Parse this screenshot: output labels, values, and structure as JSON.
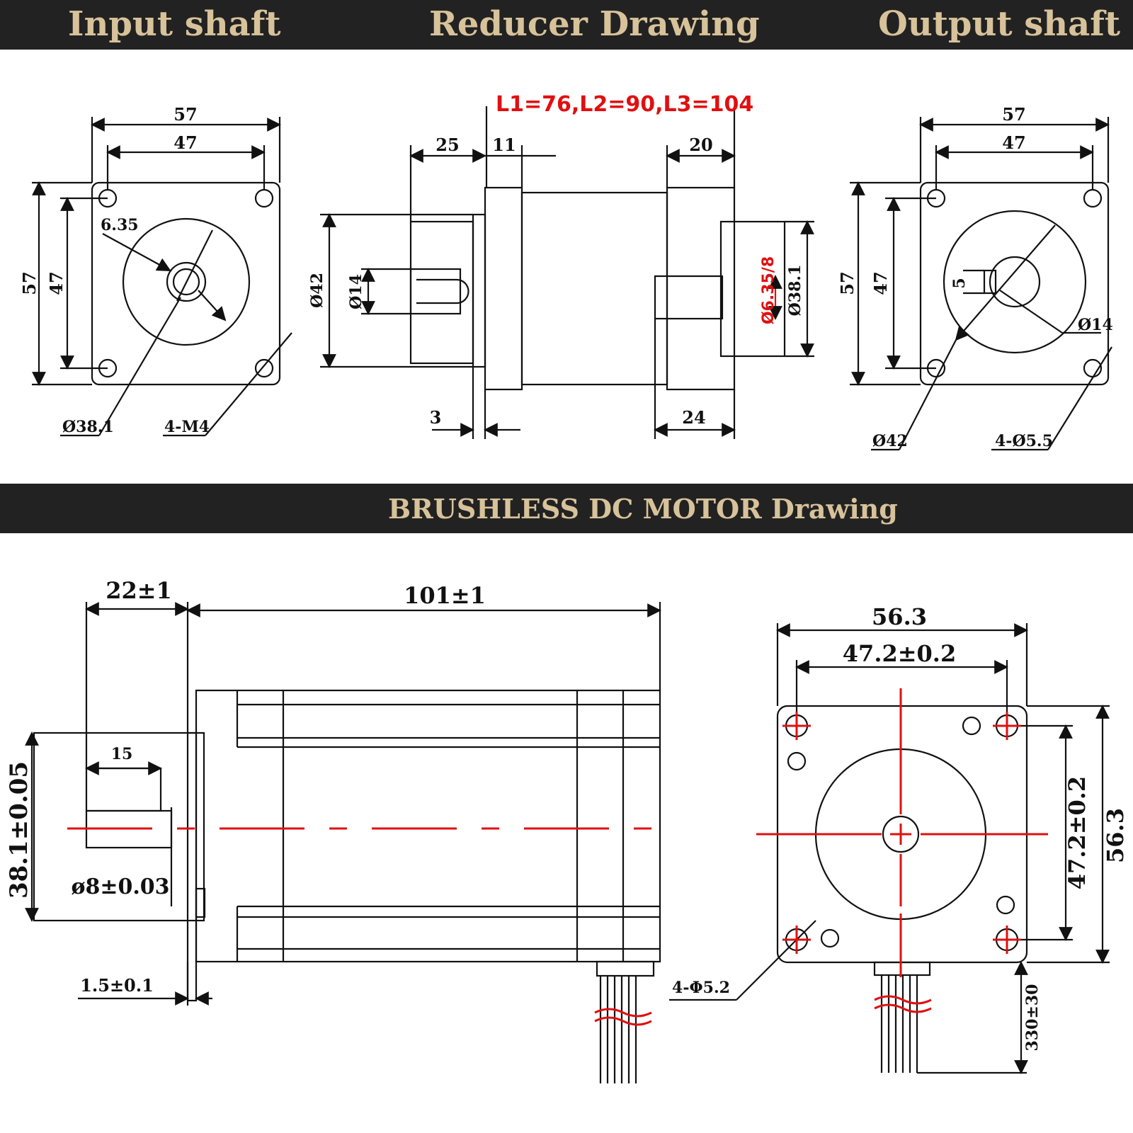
{
  "headers": {
    "input_shaft": "Input shaft",
    "reducer_drawing": "Reducer Drawing",
    "output_shaft": "Output shaft",
    "motor_drawing": "BRUSHLESS DC MOTOR Drawing"
  },
  "input_view": {
    "dim_outer": "57",
    "dim_holes": "47",
    "dim_height": "57",
    "dim_height_holes": "47",
    "bore": "6.35",
    "pilot": "Ø38.1",
    "mount_holes": "4-M4"
  },
  "reducer_view": {
    "length_spec": "L1=76,L2=90,L3=104",
    "d25": "25",
    "d11": "11",
    "d20": "20",
    "d42": "Ø42",
    "d14": "Ø14",
    "bore_red": "Ø6.35/8",
    "d381": "Ø38.1",
    "d3": "3",
    "d24": "24"
  },
  "output_view": {
    "dim_outer": "57",
    "dim_holes": "47",
    "dim_height": "57",
    "dim_height_holes": "47",
    "key": "5",
    "shaft": "Ø14",
    "pilot": "Ø42",
    "mount_holes": "4-Ø5.5"
  },
  "motor_side": {
    "shaft_len": "22±1",
    "body_len": "101±1",
    "flat_len": "15",
    "pilot_dia": "38.1±0.05",
    "shaft_dia": "ø8±0.03",
    "flange": "1.5±0.1"
  },
  "motor_front": {
    "width": "56.3",
    "hole_pitch": "47.2±0.2",
    "hole_pitch_v": "47.2±0.2",
    "height": "56.3",
    "mount_holes": "4-Φ5.2",
    "cable_len": "330±30"
  },
  "colors": {
    "band": "#222222",
    "band_text": "#d7c29a",
    "line": "#111111",
    "red": "#e01010"
  }
}
